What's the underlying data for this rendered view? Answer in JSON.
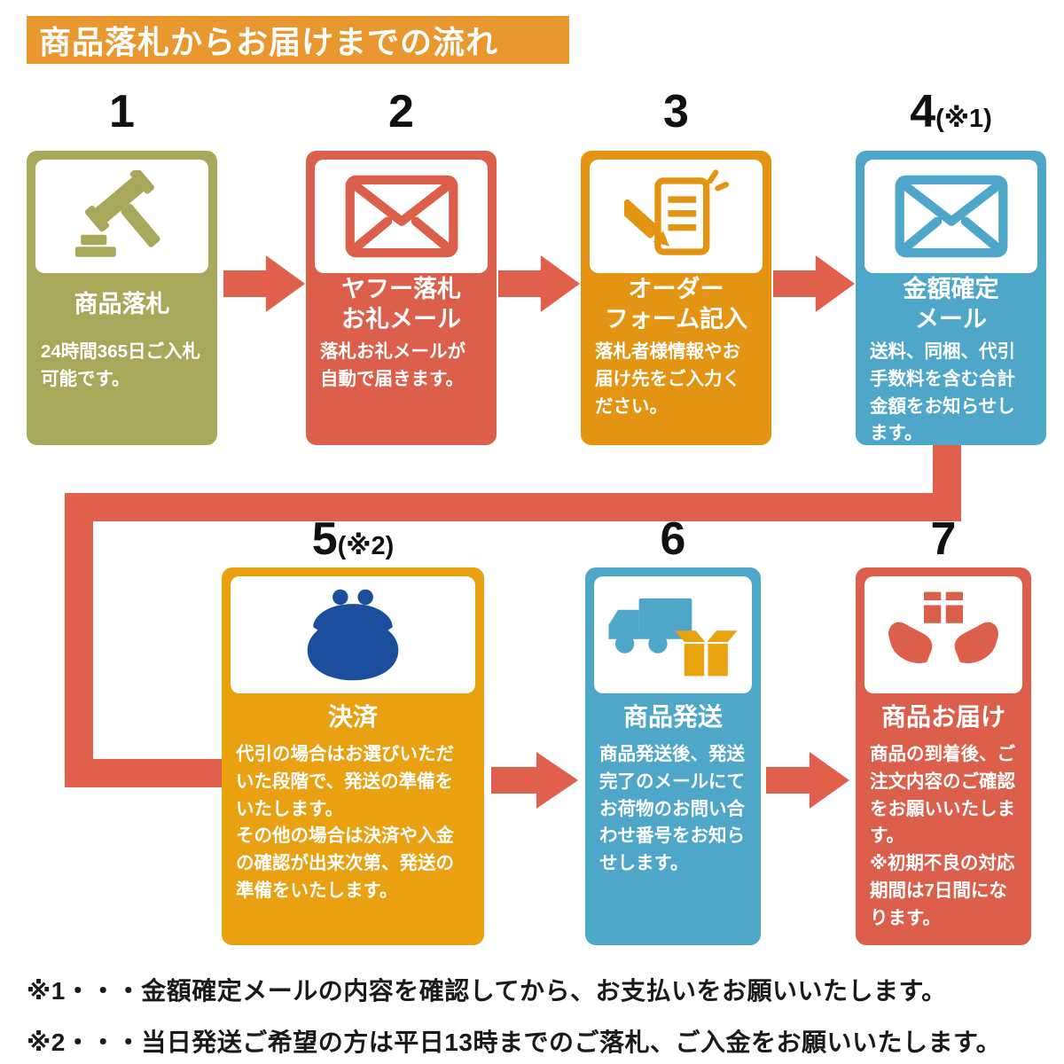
{
  "header": {
    "title": "商品落札からお届けまでの流れ"
  },
  "colors": {
    "header_bg": "#E8982F",
    "arrow": "#E0604B",
    "connector": "#E0604B",
    "number_text": "#111111"
  },
  "steps": [
    {
      "number": "1",
      "note_ref": "",
      "title": "商品落札",
      "description": "24時間365日ご入札可能です。",
      "color": "#A8A75A",
      "icon": "gavel-icon",
      "icon_color": "#A8A75A"
    },
    {
      "number": "2",
      "note_ref": "",
      "title": "ヤフー落札\nお礼メール",
      "description": "落札お礼メールが自動で届きます。",
      "color": "#DB5F4B",
      "icon": "mail-icon",
      "icon_color": "#DB5F4B"
    },
    {
      "number": "3",
      "note_ref": "",
      "title": "オーダー\nフォーム記入",
      "description": "落札者様情報やお届け先をご入力ください。",
      "color": "#E39413",
      "icon": "order-form-pencil-icon",
      "icon_color": "#E39413"
    },
    {
      "number": "4",
      "note_ref": "(※1)",
      "title": "金額確定\nメール",
      "description": "送料、同梱、代引手数料を含む合計金額をお知らせします。",
      "color": "#4EA6C9",
      "icon": "mail-icon",
      "icon_color": "#4EA6C9"
    },
    {
      "number": "5",
      "note_ref": "(※2)",
      "title": "決済",
      "description": "代引の場合はお選びいただいた段階で、発送の準備をいたします。\nその他の場合は決済や入金の確認が出来次第、発送の準備をいたします。",
      "color": "#E9A011",
      "icon": "coin-purse-icon",
      "icon_color": "#1B4F9E"
    },
    {
      "number": "6",
      "note_ref": "",
      "title": "商品発送",
      "description": "商品発送後、発送完了のメールにてお荷物のお問い合わせ番号をお知らせします。",
      "color": "#4EA6C9",
      "icon": "truck-package-icon",
      "icon_color": "#4EA6C9",
      "icon_secondary_color": "#E9A30E"
    },
    {
      "number": "7",
      "note_ref": "",
      "title": "商品お届け",
      "description": "商品の到着後、ご注文内容のご確認をお願いいたします。\n※初期不良の対応期間は7日間になります。",
      "color": "#DB5F4B",
      "icon": "hands-package-icon",
      "icon_color": "#DB5F4B"
    }
  ],
  "notes": [
    "※1・・・金額確定メールの内容を確認してから、お支払いをお願いいたします。",
    "※2・・・当日発送ご希望の方は平日13時までのご落札、ご入金をお願いいたします。"
  ]
}
